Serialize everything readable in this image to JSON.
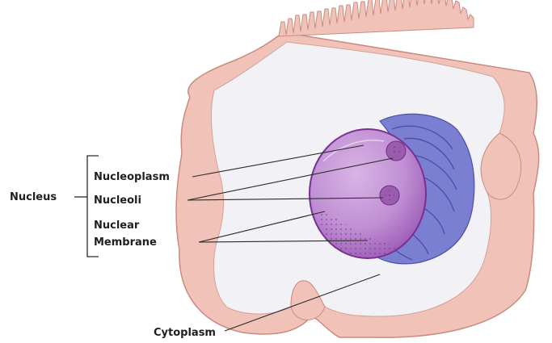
{
  "labels": {
    "nucleus": "Nucleus",
    "nucleoplasm": "Nucleoplasm",
    "nucleoli": "Nucleoli",
    "nuclear_line1": "Nuclear",
    "nuclear_line2": "Membrane",
    "cytoplasm": "Cytoplasm"
  },
  "colors": {
    "cell_wall": "#f1c3b8",
    "cell_wall_edge": "#c98b80",
    "cytoplasm": "#f2f2f6",
    "nucleus": "#b27ac8",
    "nucleus_rim": "#8a3d9e",
    "nucleolus": "#9b5cb0",
    "golgi": "#6f6fc8"
  },
  "icons": {
    "nucleus": "nucleus-sphere",
    "golgi": "golgi-apparatus",
    "microvilli": "microvilli-brush-border"
  }
}
